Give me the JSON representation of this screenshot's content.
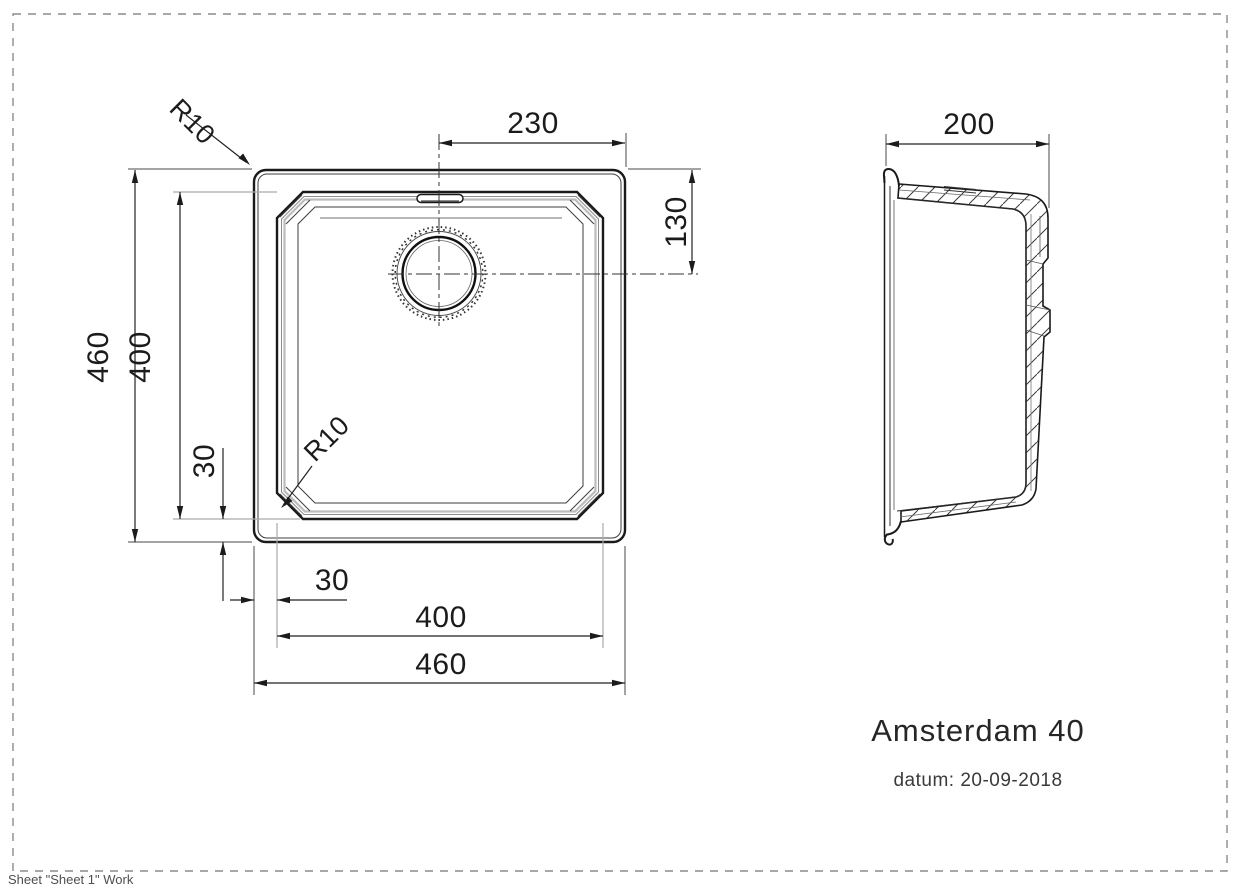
{
  "front_view": {
    "dim_overall_height": "460",
    "dim_bowl_height": "400",
    "dim_bowl_bottom_offset": "30",
    "dim_bowl_left_offset": "30",
    "dim_bowl_width": "400",
    "dim_overall_width": "460",
    "dim_drain_center_from_edge": "230",
    "dim_drain_center_from_top": "130",
    "callout_outer_corner_radius": "R10",
    "callout_inner_corner_radius": "R10"
  },
  "side_view": {
    "dim_depth": "200"
  },
  "title_block": {
    "product_name": "Amsterdam 40",
    "date_line": "datum: 20-09-2018"
  },
  "footer": {
    "sheet_label": "Sheet \"Sheet 1\" Work"
  },
  "colors": {
    "line": "#1a1a1a",
    "extension": "#ababab",
    "border": "#8c8c8c",
    "background": "#ffffff"
  }
}
